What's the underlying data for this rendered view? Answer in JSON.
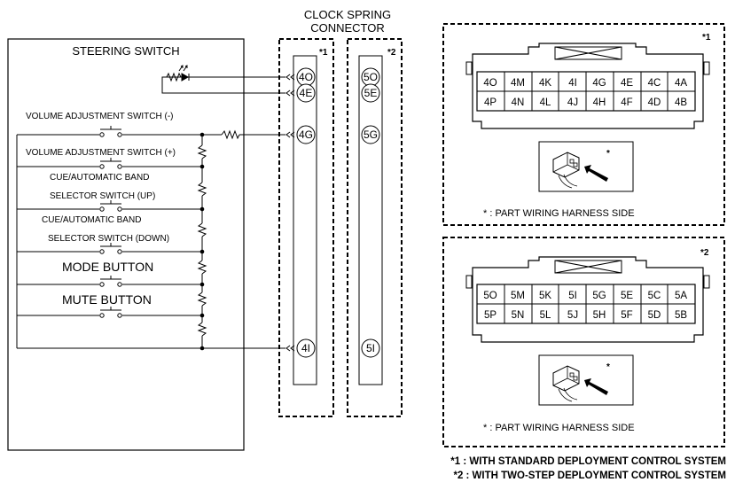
{
  "connector_title": [
    "CLOCK SPRING",
    "CONNECTOR"
  ],
  "steering_switch_label": "STEERING SWITCH",
  "switches": [
    "VOLUME ADJUSTMENT SWITCH (-)",
    "VOLUME ADJUSTMENT SWITCH (+)",
    "CUE/AUTOMATIC BAND",
    "SELECTOR SWITCH (UP)",
    "CUE/AUTOMATIC BAND",
    "SELECTOR SWITCH (DOWN)",
    "MODE BUTTON",
    "MUTE BUTTON"
  ],
  "strip1": {
    "mark": "*1",
    "pins": [
      "4O",
      "4E",
      "4G",
      "4I"
    ]
  },
  "strip2": {
    "mark": "*2",
    "pins": [
      "5O",
      "5E",
      "5G",
      "5I"
    ]
  },
  "connector1": {
    "mark": "*1",
    "rows": [
      [
        "4O",
        "4M",
        "4K",
        "4I",
        "4G",
        "4E",
        "4C",
        "4A"
      ],
      [
        "4P",
        "4N",
        "4L",
        "4J",
        "4H",
        "4F",
        "4D",
        "4B"
      ]
    ],
    "note_star": "*",
    "note": "* : PART WIRING HARNESS SIDE"
  },
  "connector2": {
    "mark": "*2",
    "rows": [
      [
        "5O",
        "5M",
        "5K",
        "5I",
        "5G",
        "5E",
        "5C",
        "5A"
      ],
      [
        "5P",
        "5N",
        "5L",
        "5J",
        "5H",
        "5F",
        "5D",
        "5B"
      ]
    ],
    "note_star": "*",
    "note": "* : PART WIRING HARNESS SIDE"
  },
  "footnotes": [
    "*1 : WITH STANDARD DEPLOYMENT CONTROL SYSTEM",
    "*2 : WITH TWO-STEP DEPLOYMENT CONTROL SYSTEM"
  ]
}
